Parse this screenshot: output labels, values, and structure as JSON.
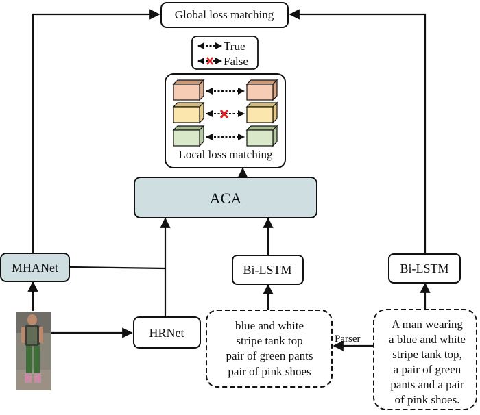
{
  "nodes": {
    "global_loss": "Global loss matching",
    "legend_true": "True",
    "legend_false": "False",
    "local_loss": "Local loss matching",
    "aca": "ACA",
    "mhanet": "MHANet",
    "hrnet": "HRNet",
    "bilstm_left": "Bi-LSTM",
    "bilstm_right": "Bi-LSTM",
    "parser": "Parser"
  },
  "phrases": [
    {
      "text": "blue and white",
      "color": "#e8741e"
    },
    {
      "text": "stripe tank top",
      "color": "#e8741e"
    },
    {
      "text": "pair of green pants",
      "color": "#e6a800"
    },
    {
      "text": "pair of pink shoes",
      "color": "#4a7d1f"
    }
  ],
  "sentence": [
    "A man wearing",
    "a blue and white",
    "stripe tank top,",
    "a pair of green",
    "pants and a pair",
    "of  pink shoes."
  ],
  "colors": {
    "aca_fill": "#cfdfe1",
    "mhanet_fill": "#cfdfe1",
    "cube_orange_front": "#f6cdb4",
    "cube_yellow_front": "#fbe6ae",
    "cube_green_front": "#d9e8c8",
    "false_mark": "#e02020"
  }
}
